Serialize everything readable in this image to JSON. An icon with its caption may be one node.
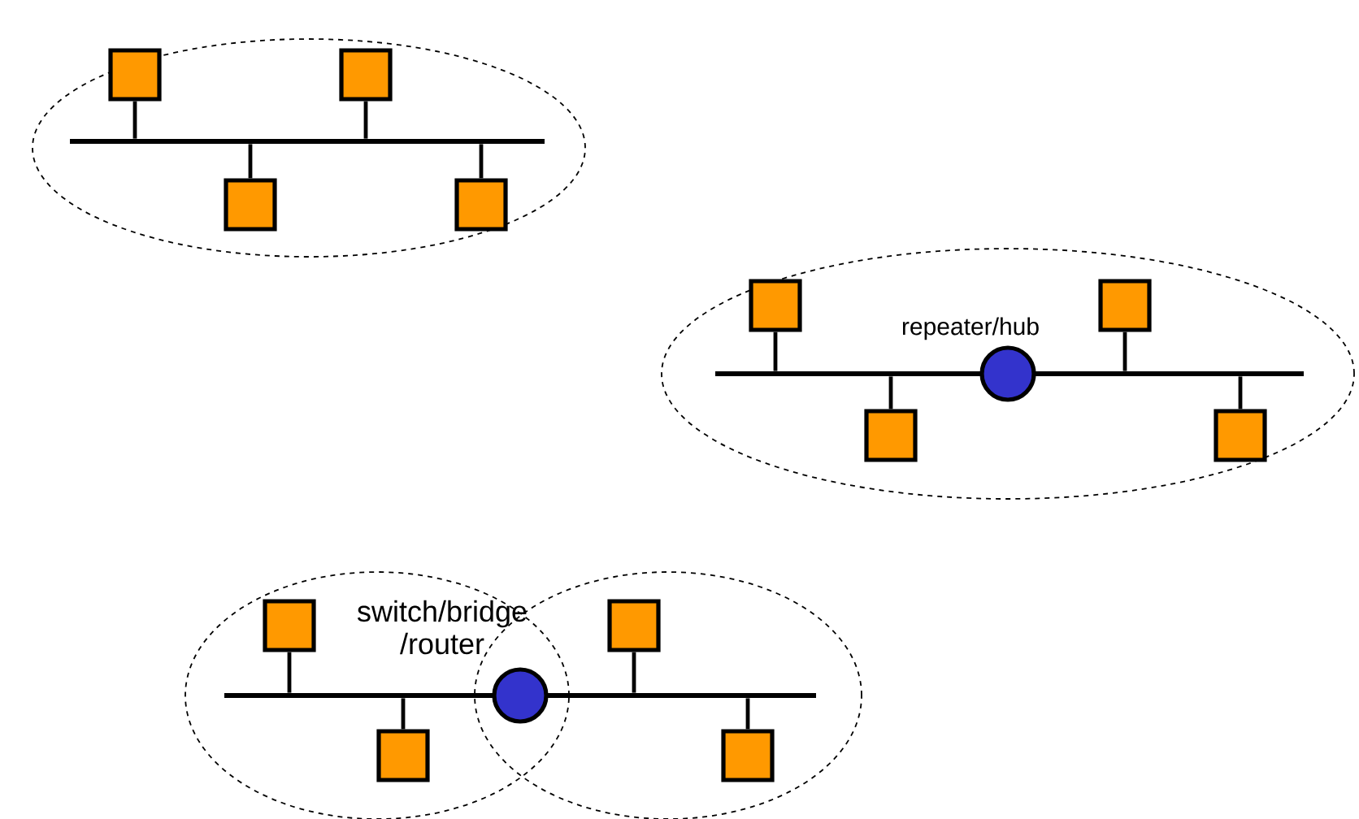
{
  "diagram": {
    "nodes": [
      {
        "text": [],
        "shape": "ellipse"
      },
      {
        "text": [],
        "shape": "box",
        "in": 0
      },
      {
        "text": [],
        "shape": "box",
        "in": 0
      },
      {
        "text": [],
        "shape": "bar",
        "in": 0
      },
      {
        "text": [],
        "shape": "box",
        "in": 0
      },
      {
        "text": [],
        "shape": "box",
        "in": 0
      },
      {
        "text": [],
        "shape": "ellipse"
      },
      {
        "text": [],
        "shape": "box",
        "in": 6
      },
      {
        "text": [
          "repeater/hub"
        ],
        "in": 6
      },
      {
        "text": [],
        "shape": "box",
        "in": 6
      },
      {
        "text": [],
        "shape": "bar",
        "in": 6
      },
      {
        "text": [],
        "shape": "bar",
        "in": 6
      },
      {
        "text": [],
        "shape": "box",
        "in": 6
      },
      {
        "text": [],
        "shape": "box",
        "in": 6
      },
      {
        "text": [],
        "shape": "ellipse"
      },
      {
        "text": [],
        "shape": "ellipse"
      },
      {
        "text": [],
        "shape": "box",
        "in": 14
      },
      {
        "text": [
          "switch/bridge /router"
        ],
        "in": 14
      },
      {
        "text": [],
        "shape": "circle"
      },
      {
        "text": [],
        "shape": "box",
        "in": 15
      },
      {
        "text": [],
        "shape": "bar",
        "in": 14
      },
      {
        "text": [],
        "shape": "bar",
        "in": 15
      },
      {
        "text": [],
        "shape": "box",
        "in": 14
      },
      {
        "text": [],
        "shape": "box",
        "in": 15
      }
    ],
    "edges": [
      {
        "from": 1,
        "to": 3,
        "arrow": "none"
      },
      {
        "from": 2,
        "to": 3,
        "arrow": "none"
      },
      {
        "from": 4,
        "to": 3,
        "arrow": "none"
      },
      {
        "from": 5,
        "to": 3,
        "arrow": "none"
      },
      {
        "from": 7,
        "to": 10,
        "arrow": "none"
      },
      {
        "from": 12,
        "to": 10,
        "arrow": "none"
      },
      {
        "from": 9,
        "to": 11,
        "arrow": "none"
      },
      {
        "from": 13,
        "to": 11,
        "arrow": "none"
      },
      {
        "from": 16,
        "to": 20,
        "arrow": "none"
      },
      {
        "from": 22,
        "to": 20,
        "arrow": "none"
      },
      {
        "from": 19,
        "to": 21,
        "arrow": "none"
      },
      {
        "from": 23,
        "to": 21,
        "arrow": "none"
      }
    ]
  }
}
